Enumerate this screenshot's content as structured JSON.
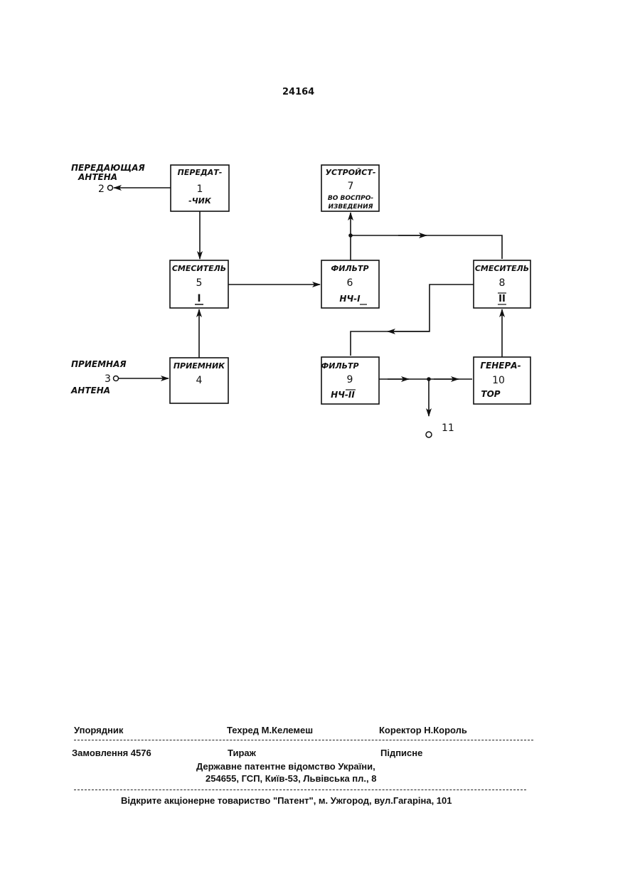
{
  "patent_number": "24164",
  "blocks": [
    {
      "id": "b1",
      "line1": "ПЕРЕДАТ-",
      "num": "1",
      "line2": "-ЧИК"
    },
    {
      "id": "b4",
      "line1": "ПРИЕМНИК",
      "num": "4",
      "line2": ""
    },
    {
      "id": "b5",
      "line1": "СМЕСИТЕЛЬ",
      "num": "5",
      "line2": "I"
    },
    {
      "id": "b6",
      "line1": "ФИЛЬТР",
      "num": "6",
      "line2": "НЧ-I"
    },
    {
      "id": "b7",
      "line1": "УСТРОЙСТ-",
      "num": "7",
      "line2": "ВО ВОСПРО-",
      "line3": "ИЗВЕДЕНИЯ"
    },
    {
      "id": "b8",
      "line1": "СМЕСИТЕЛЬ",
      "num": "8",
      "line2": "II"
    },
    {
      "id": "b9",
      "line1": "ФИЛЬТР",
      "num": "9",
      "line2": "НЧ-II"
    },
    {
      "id": "b10",
      "line1": "ГЕНЕРА-",
      "num": "10",
      "line2": "ТОР"
    }
  ],
  "antennas": {
    "transmit": {
      "line1": "ПЕРЕДАЮЩАЯ",
      "line2": "АНТЕНА",
      "num": "2"
    },
    "receive": {
      "line1": "ПРИЕМНАЯ",
      "num": "3",
      "line2": "АНТЕНА"
    }
  },
  "output_terminal": "11",
  "footer": {
    "compiler": "Упорядник",
    "techred": "Техред М.Келемеш",
    "corrector": "Коректор Н.Король",
    "order": "Замовлення  4576",
    "circulation": "Тираж",
    "subscription": "Підписне",
    "office": "Державне  патентне  відомство  України,",
    "address": "254655, ГСП, Київ-53, Львівська пл., 8",
    "publisher": "Відкрите акціонерне товариство  \"Патент\", м. Ужгород, вул.Гагаріна, 101"
  }
}
